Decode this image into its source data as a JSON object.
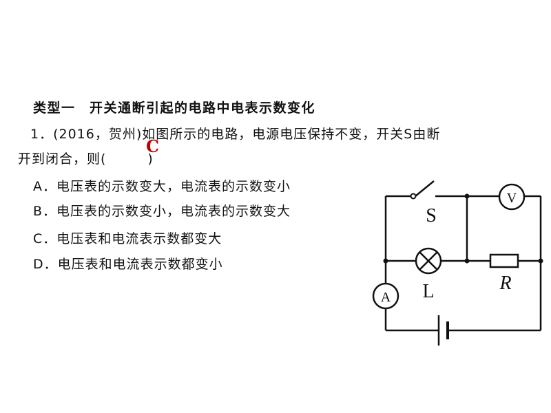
{
  "section": {
    "heading": "类型一　开关通断引起的电路中电表示数变化"
  },
  "question": {
    "stem_line1": "1．(2016，贺州)如图所示的电路，电源电压保持不变，开关S由断",
    "stem_line2": "开到闭合，则(　　　)",
    "answer": "C",
    "options": [
      "A．电压表的示数变大，电流表的示数变小",
      "B．电压表的示数变小，电流表的示数变大",
      "C．电压表和电流表示数都变大",
      "D．电压表和电流表示数都变小"
    ]
  },
  "circuit": {
    "switch_label": "S",
    "lamp_label": "L",
    "resistor_label": "R",
    "voltmeter_symbol": "V",
    "ammeter_symbol": "A"
  }
}
